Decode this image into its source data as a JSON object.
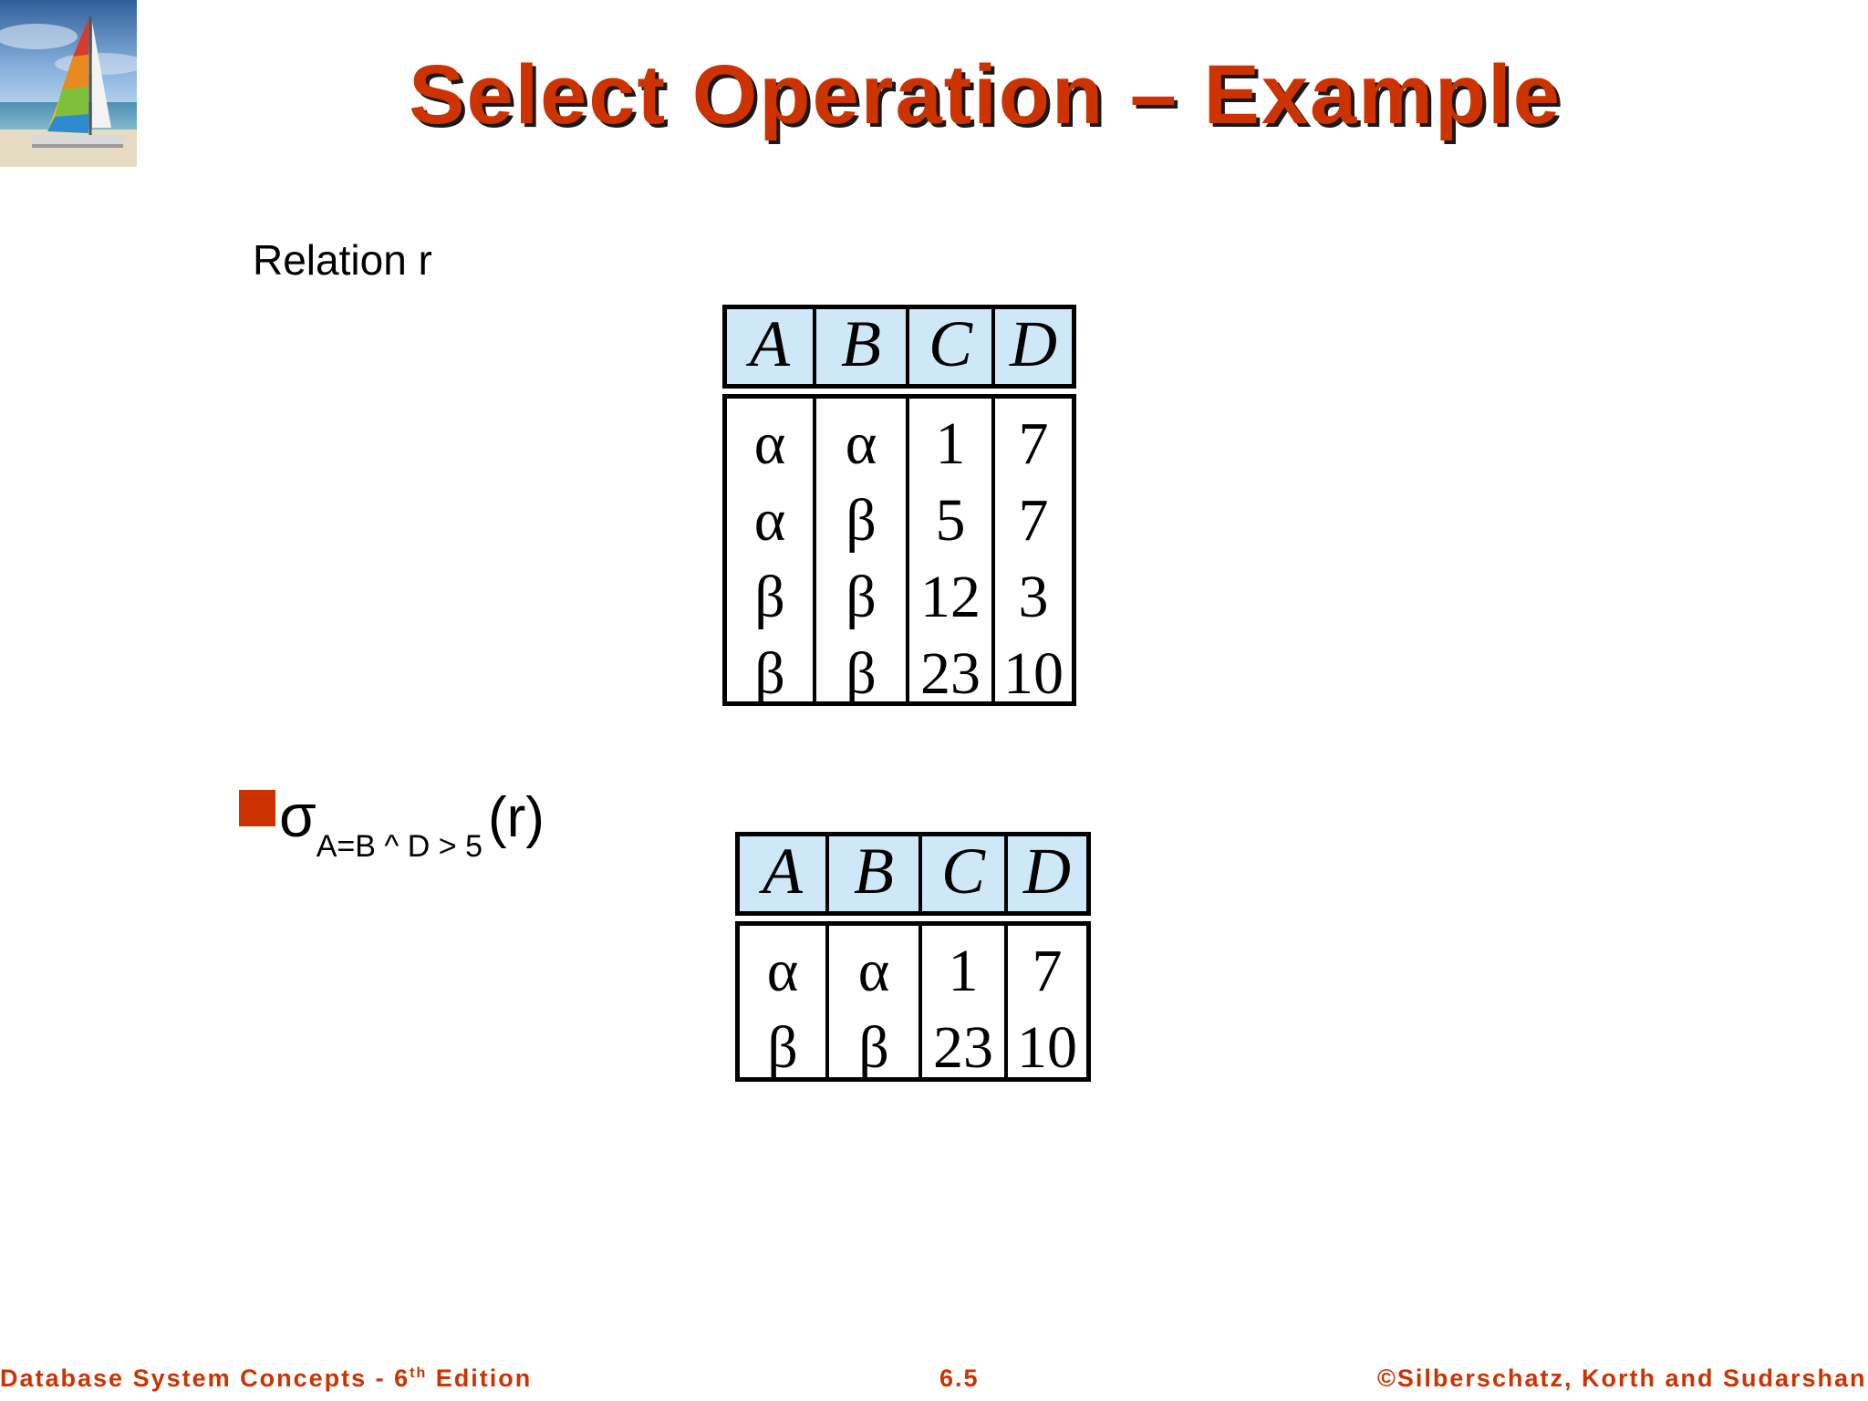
{
  "slide": {
    "title": "Select Operation – Example",
    "relation_label": "Relation r",
    "relation_r": {
      "headers": [
        "A",
        "B",
        "C",
        "D"
      ],
      "columns": [
        [
          "α",
          "α",
          "β",
          "β"
        ],
        [
          "α",
          "β",
          "β",
          "β"
        ],
        [
          "1",
          "5",
          "12",
          "23"
        ],
        [
          "7",
          "7",
          "3",
          "10"
        ]
      ]
    },
    "expression": {
      "sigma": "σ",
      "condition": "A=B ^ D > 5",
      "argument": "(r)"
    },
    "result": {
      "headers": [
        "A",
        "B",
        "C",
        "D"
      ],
      "columns": [
        [
          "α",
          "β"
        ],
        [
          "α",
          "β"
        ],
        [
          "1",
          "23"
        ],
        [
          "7",
          "10"
        ]
      ]
    },
    "footer": {
      "left_prefix": "Database System Concepts - 6",
      "left_sup": "th",
      "left_suffix": " Edition",
      "center": "6.5",
      "right": "©Silberschatz, Korth and Sudarshan"
    },
    "colors": {
      "accent": "#cc3300",
      "header_fill": "#cfe8f8"
    }
  }
}
